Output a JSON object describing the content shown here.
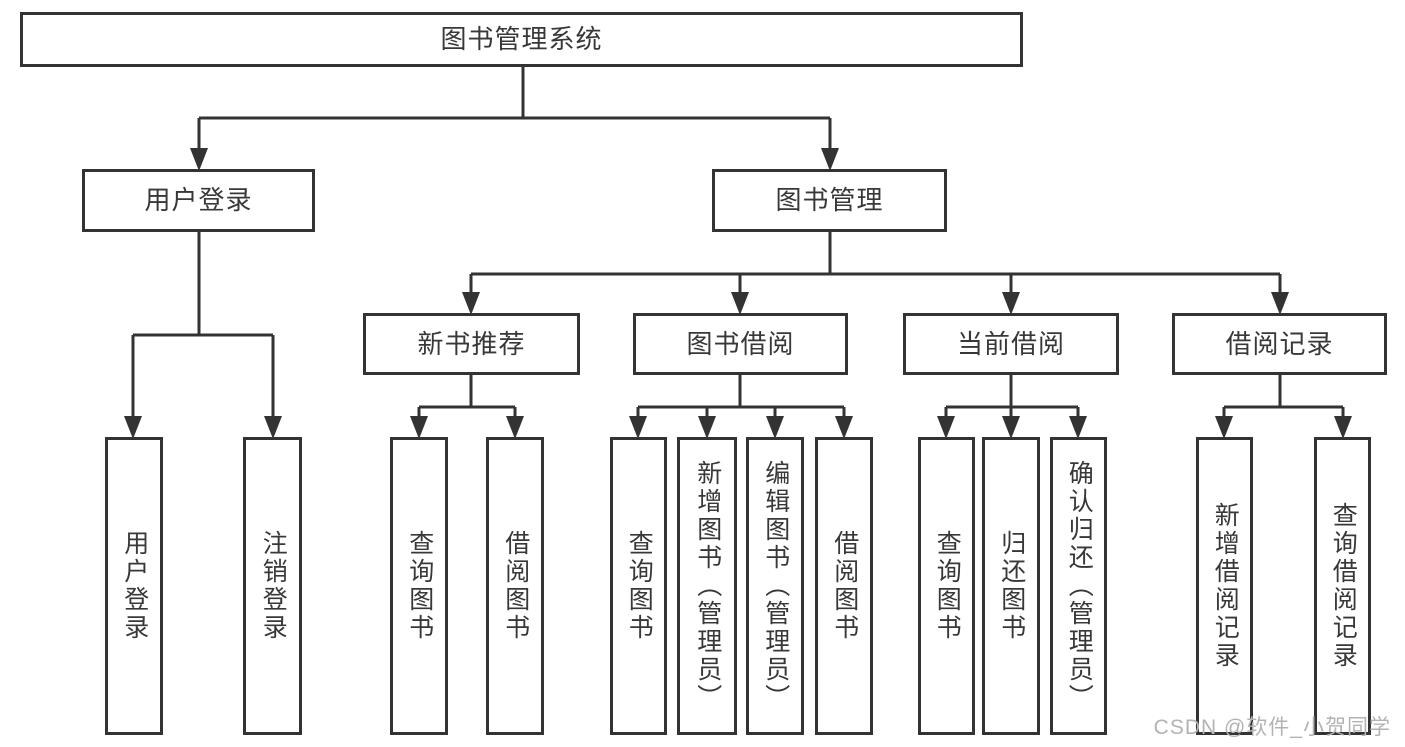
{
  "diagram": {
    "root": {
      "label": "图书管理系统"
    },
    "level2": [
      {
        "label": "用户登录",
        "children": [
          "用户登录",
          "注销登录"
        ]
      },
      {
        "label": "图书管理"
      }
    ],
    "level3": [
      {
        "label": "新书推荐",
        "children": [
          "查询图书",
          "借阅图书"
        ]
      },
      {
        "label": "图书借阅",
        "children": [
          "查询图书",
          "新增图书（管理员）",
          "编辑图书（管理员）",
          "借阅图书"
        ]
      },
      {
        "label": "当前借阅",
        "children": [
          "查询图书",
          "归还图书",
          "确认归还（管理员）"
        ]
      },
      {
        "label": "借阅记录",
        "children": [
          "新增借阅记录",
          "查询借阅记录"
        ]
      }
    ],
    "watermark": "CSDN @软件_小贺同学",
    "colors": {
      "line": "#333333",
      "text": "#383838",
      "box_background": "#ffffff",
      "watermark": "#b3b3b3"
    }
  }
}
